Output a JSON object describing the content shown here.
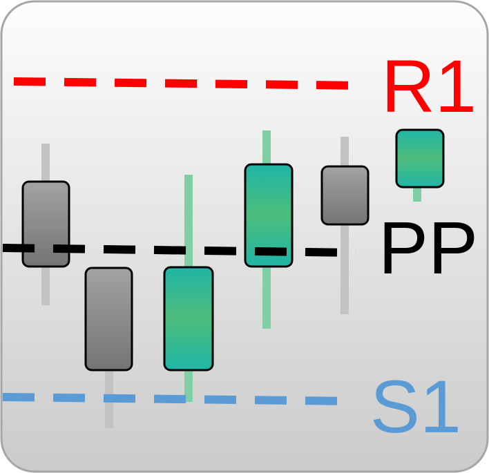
{
  "levels": {
    "r1": {
      "label": "R1",
      "color": "#ff0000"
    },
    "pp": {
      "label": "PP",
      "color": "#000000"
    },
    "s1": {
      "label": "S1",
      "color": "#5b9bd5"
    }
  },
  "colors": {
    "bear_body_top": "#a3a3a3",
    "bear_body_bottom": "#747474",
    "bear_wick": "#c3c3c3",
    "bull_body_top": "#20b5a6",
    "bull_body_mid": "#4dbd7c",
    "bull_body_bottom": "#20b5a6",
    "bull_wick": "#7fcfa5",
    "background_top": "#fdfdfd",
    "background_bottom": "#cbcbcb",
    "border": "#a6a6a6"
  }
}
